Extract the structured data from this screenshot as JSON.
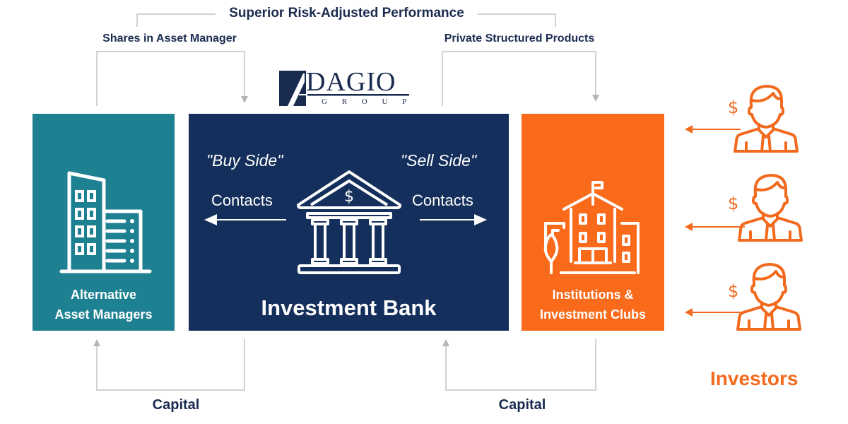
{
  "diagram": {
    "top_label": "Superior Risk-Adjusted Performance",
    "left_flow_label": "Shares in Asset Manager",
    "right_flow_label": "Private Structured Products",
    "logo": {
      "text": "DAGIO",
      "initial": "A",
      "subtitle": "G R O U P"
    },
    "nodes": {
      "asset_managers": {
        "line1": "Alternative",
        "line2": "Asset Managers",
        "icon": "office-building-icon",
        "color": "#1e8191"
      },
      "investment_bank": {
        "title": "Investment Bank",
        "buy_side": "\"Buy Side\"",
        "sell_side": "\"Sell Side\"",
        "left_contacts": "Contacts",
        "right_contacts": "Contacts",
        "icon": "bank-icon",
        "color": "#142f5b"
      },
      "institutions": {
        "line1": "Institutions &",
        "line2": "Investment Clubs",
        "icon": "school-building-icon",
        "color": "#f96a1b"
      }
    },
    "investors": {
      "label": "Investors",
      "items": [
        {
          "symbol": "$",
          "icon": "investor-person-icon"
        },
        {
          "symbol": "$",
          "icon": "investor-person-icon"
        },
        {
          "symbol": "$",
          "icon": "investor-person-icon"
        }
      ],
      "color": "#f26a1e"
    },
    "bottom_left_label": "Capital",
    "bottom_right_label": "Capital"
  }
}
